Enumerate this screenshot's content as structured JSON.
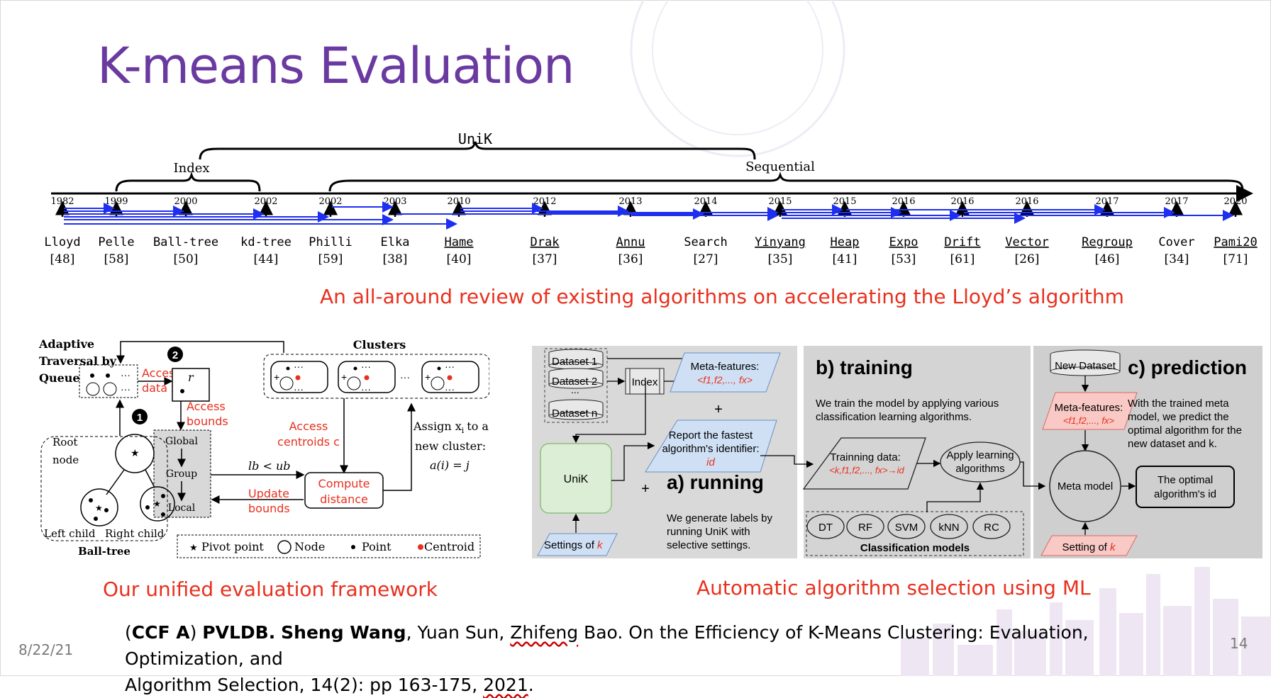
{
  "slide": {
    "title": "K-means Evaluation",
    "date": "8/22/21",
    "page_number": "14",
    "caption_timeline": "An all-around review of existing algorithms on accelerating the Lloyd’s algorithm",
    "caption_framework": "Our unified evaluation framework",
    "caption_selection": "Automatic algorithm selection using ML"
  },
  "timeline": {
    "unik_label": "UniK",
    "index_label": "Index",
    "sequential_label": "Sequential",
    "algorithms": [
      {
        "year": "1982",
        "name": "Lloyd",
        "ref": "[48]"
      },
      {
        "year": "1999",
        "name": "Pelle",
        "ref": "[58]"
      },
      {
        "year": "2000",
        "name": "Ball-tree",
        "ref": "[50]"
      },
      {
        "year": "2002",
        "name": "kd-tree",
        "ref": "[44]"
      },
      {
        "year": "2002",
        "name": "Philli",
        "ref": "[59]"
      },
      {
        "year": "2003",
        "name": "Elka",
        "ref": "[38]"
      },
      {
        "year": "2010",
        "name": "Hame",
        "ref": "[40]"
      },
      {
        "year": "2012",
        "name": "Drak",
        "ref": "[37]"
      },
      {
        "year": "2013",
        "name": "Annu",
        "ref": "[36]"
      },
      {
        "year": "2014",
        "name": "Search",
        "ref": "[27]"
      },
      {
        "year": "2015",
        "name": "Yinyang",
        "ref": "[35]"
      },
      {
        "year": "2015",
        "name": "Heap",
        "ref": "[41]"
      },
      {
        "year": "2016",
        "name": "Expo",
        "ref": "[53]"
      },
      {
        "year": "2016",
        "name": "Drift",
        "ref": "[61]"
      },
      {
        "year": "2016",
        "name": "Vector",
        "ref": "[26]"
      },
      {
        "year": "2017",
        "name": "Regroup",
        "ref": "[46]"
      },
      {
        "year": "2017",
        "name": "Cover",
        "ref": "[34]"
      },
      {
        "year": "2020",
        "name": "Pami20",
        "ref": "[71]"
      }
    ]
  },
  "framework": {
    "adaptive_title": [
      "Adaptive",
      "Traversal by",
      "Queue"
    ],
    "step1": "1",
    "step2": "2",
    "access_data": [
      "Access",
      "data x"
    ],
    "access_data_sub": "i",
    "r_label": "r",
    "access_bounds": [
      "Access",
      "bounds"
    ],
    "clusters_title": "Clusters",
    "access_centroids": [
      "Access",
      "centroids c"
    ],
    "assign_text": [
      "Assign x",
      "to a",
      "new cluster:",
      "a(i) = j"
    ],
    "assign_sub": "i",
    "levels": [
      "Global",
      "Group",
      "Local"
    ],
    "lb_ub": "lb < ub",
    "update_bounds": [
      "Update",
      "bounds"
    ],
    "compute_distance": [
      "Compute",
      "distance"
    ],
    "root_node": [
      "Root",
      "node"
    ],
    "left_child": "Left child",
    "right_child": "Right child",
    "ball_tree": "Ball-tree",
    "legend": [
      "Pivot point",
      "Node",
      "Point",
      "Centroid"
    ],
    "ellipsis": "···"
  },
  "selection": {
    "datasets": [
      "Dataset 1",
      "Dataset 2",
      "Dataset n"
    ],
    "dots": "...",
    "index": "Index",
    "meta_features": "Meta-features:",
    "meta_features_vals": "<f1,f2,..., fx>",
    "plus": "+",
    "report_fastest": [
      "Report the fastest",
      "algorithm's identifier:"
    ],
    "id": "id",
    "unik": "UniK",
    "running_title": "a) running",
    "running_desc": [
      "We generate labels by",
      "running UniK with",
      "selective settings."
    ],
    "settings_of": "Settings of ",
    "k": "k",
    "training_title": "b) training",
    "training_desc": [
      "We train the model by applying various",
      "classification learning algorithms."
    ],
    "training_data": "Trainning data:",
    "training_data_vals": "<k,f1,f2,..., fx>→id",
    "apply_learning": [
      "Apply learning",
      "algorithms"
    ],
    "models": [
      "DT",
      "RF",
      "SVM",
      "kNN",
      "RC"
    ],
    "classification_models": "Classification models",
    "prediction_title": "c) prediction",
    "new_dataset": "New Dataset",
    "prediction_desc": [
      "With the trained meta",
      "model, we predict the",
      "optimal algorithm for the",
      "new dataset and k."
    ],
    "meta_model": "Meta model",
    "optimal": [
      "The optimal",
      "algorithm's id"
    ],
    "setting_of": "Setting of "
  },
  "citation": {
    "p1": "(",
    "ccf": "CCF A",
    "p2": ") ",
    "venue": "PVLDB.",
    "author1": "Sheng Wang",
    "rest1": ", Yuan Sun, ",
    "author3": "Zhifeng",
    "rest2": " Bao. On the Efficiency of K-Means Clustering: Evaluation, Optimization, and",
    "line2a": "Algorithm Selection, 14(2): pp 163-175, ",
    "line2b": "2021",
    "line2c": "."
  },
  "colors": {
    "title": "#6a3aa1",
    "caption_red": "#e8301e",
    "arrow_blue": "#1f2ff0",
    "panel_grey": "#d4d4d4",
    "shape_blue": "#cfe0f5",
    "shape_red": "#f8c9c5",
    "unik_green": "#dcefd6"
  }
}
